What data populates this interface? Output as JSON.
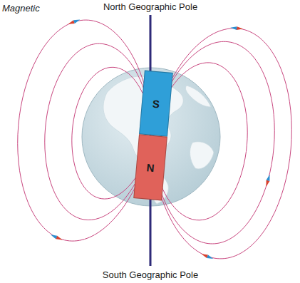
{
  "diagram": {
    "nodes": [
      {
        "text": [
          "S"
        ]
      },
      {
        "text": [
          "N"
        ]
      }
    ],
    "labels": [
      "Magnetic",
      "North Geographic Pole",
      "South Geographic Pole"
    ]
  }
}
